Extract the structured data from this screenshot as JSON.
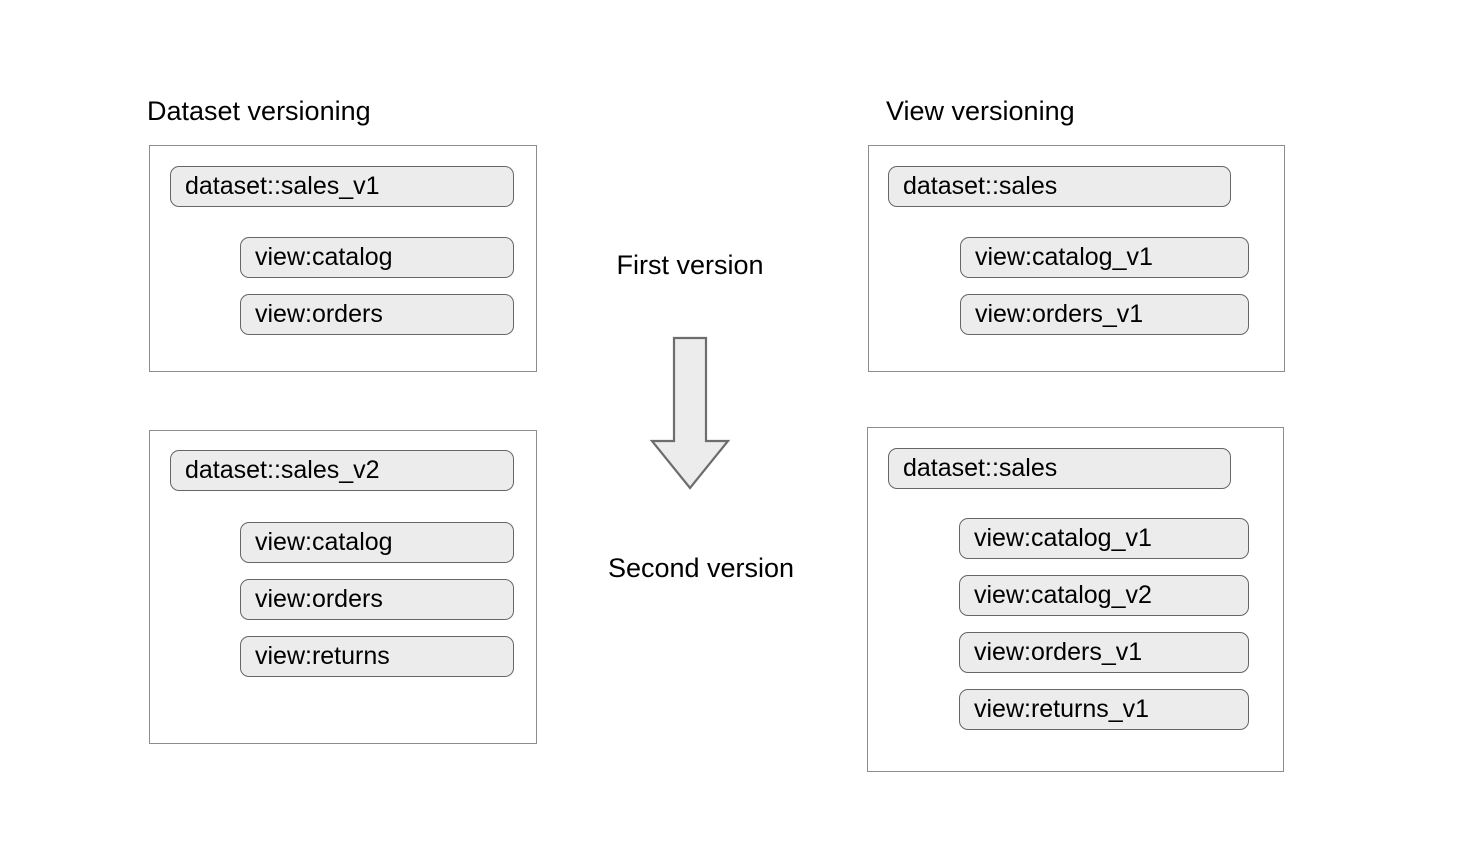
{
  "diagram": {
    "title_left": "Dataset versioning",
    "title_right": "View versioning",
    "center_labels": {
      "first": "First version",
      "second": "Second version"
    },
    "arrow": {
      "name": "down-arrow-icon",
      "direction": "down",
      "fill": "#ececec",
      "stroke": "#666666"
    },
    "colors": {
      "pill_fill": "#ececec",
      "pill_border": "#666666",
      "box_border": "#8c8c8c",
      "text": "#000000",
      "background": "#ffffff"
    },
    "columns": [
      {
        "id": "dataset-versioning",
        "title": "Dataset versioning",
        "groups": [
          {
            "id": "dataset-versioning-v1",
            "version_label": "First version",
            "dataset": "dataset::sales_v1",
            "views": [
              "view:catalog",
              "view:orders"
            ]
          },
          {
            "id": "dataset-versioning-v2",
            "version_label": "Second version",
            "dataset": "dataset::sales_v2",
            "views": [
              "view:catalog",
              "view:orders",
              "view:returns"
            ]
          }
        ]
      },
      {
        "id": "view-versioning",
        "title": "View versioning",
        "groups": [
          {
            "id": "view-versioning-v1",
            "version_label": "First version",
            "dataset": "dataset::sales",
            "views": [
              "view:catalog_v1",
              "view:orders_v1"
            ]
          },
          {
            "id": "view-versioning-v2",
            "version_label": "Second version",
            "dataset": "dataset::sales",
            "views": [
              "view:catalog_v1",
              "view:catalog_v2",
              "view:orders_v1",
              "view:returns_v1"
            ]
          }
        ]
      }
    ]
  }
}
